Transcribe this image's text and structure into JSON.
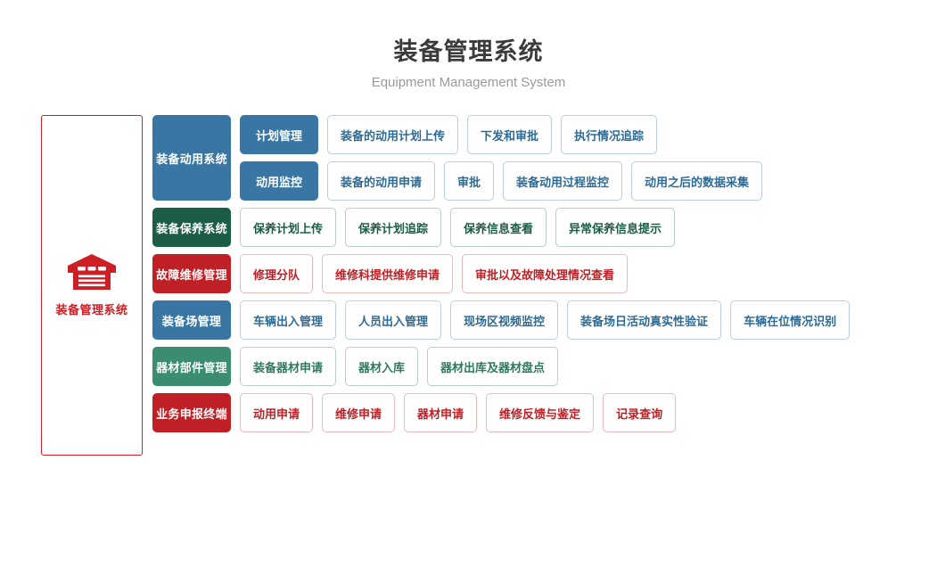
{
  "header": {
    "title": "装备管理系统",
    "subtitle": "Equipment Management System"
  },
  "left_panel": {
    "icon": "warehouse-icon",
    "label": "装备管理系统",
    "border_color": "#cf1f26",
    "icon_color": "#cf1f26"
  },
  "colors": {
    "blue": "#3a76a3",
    "green_dark": "#1d5d46",
    "red": "#bf2026",
    "green": "#3a8d6f"
  },
  "rows": [
    {
      "category": "装备动用系统",
      "color": "blue",
      "subgroups": [
        {
          "subcategory": "计划管理",
          "items": [
            "装备的动用计划上传",
            "下发和审批",
            "执行情况追踪"
          ]
        },
        {
          "subcategory": "动用监控",
          "items": [
            "装备的动用申请",
            "审批",
            "装备动用过程监控",
            "动用之后的数据采集"
          ]
        }
      ]
    },
    {
      "category": "装备保养系统",
      "color": "green_dark",
      "items": [
        "保养计划上传",
        "保养计划追踪",
        "保养信息查看",
        "异常保养信息提示"
      ]
    },
    {
      "category": "故障维修管理",
      "color": "red",
      "items": [
        "修理分队",
        "维修科提供维修申请",
        "审批以及故障处理情况查看"
      ]
    },
    {
      "category": "装备场管理",
      "color": "blue",
      "items": [
        "车辆出入管理",
        "人员出入管理",
        "现场区视频监控",
        "装备场日活动真实性验证",
        "车辆在位情况识别"
      ]
    },
    {
      "category": "器材部件管理",
      "color": "green",
      "items": [
        "装备器材申请",
        "器材入库",
        "器材出库及器材盘点"
      ]
    },
    {
      "category": "业务申报终端",
      "color": "red",
      "items": [
        "动用申请",
        "维修申请",
        "器材申请",
        "维修反馈与鉴定",
        "记录查询"
      ]
    }
  ]
}
